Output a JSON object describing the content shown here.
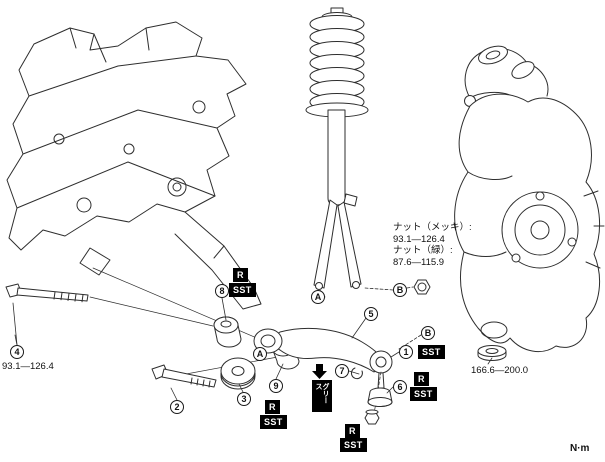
{
  "diagram": {
    "unit": "N·m",
    "callouts": {
      "c1": "1",
      "c2": "2",
      "c3": "3",
      "c4": "4",
      "c5": "5",
      "c6": "6",
      "c7": "7",
      "c8": "8",
      "c9": "9",
      "cA": "A",
      "cB": "B"
    },
    "labels": {
      "r": "R",
      "sst": "SST",
      "grease": "グリース"
    },
    "annotations": {
      "nut_plated_label": "ナット（メッキ）:",
      "nut_plated_value": "93.1—126.4",
      "nut_green_label": "ナット（緑）:",
      "nut_green_value": "87.6—115.9",
      "torque_front_bolt": "93.1—126.4",
      "torque_ball_joint": "166.6—200.0"
    }
  }
}
